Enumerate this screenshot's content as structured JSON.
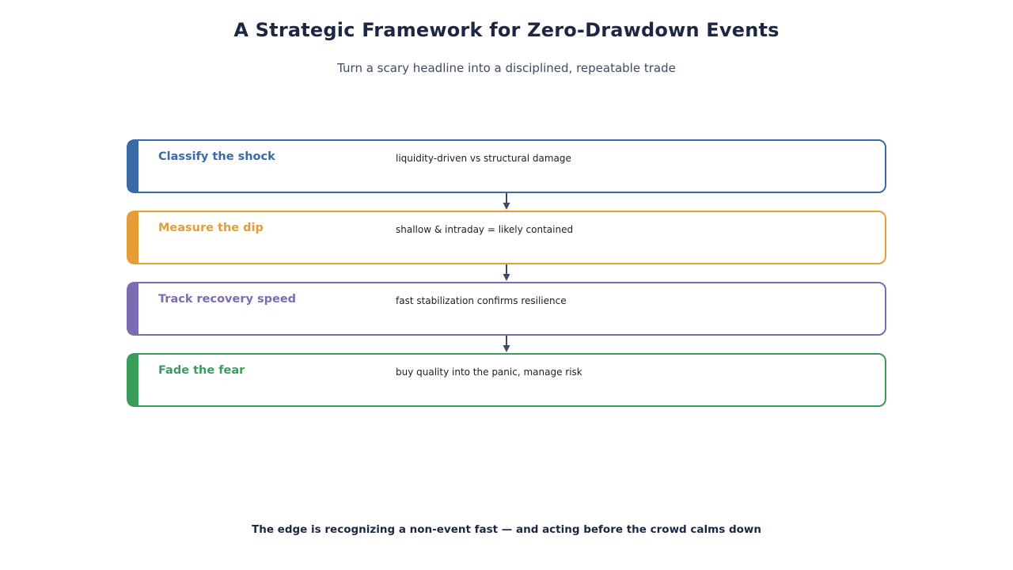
{
  "header": {
    "title": "A Strategic Framework for Zero-Drawdown Events",
    "subtitle": "Turn a scary headline into a disciplined, repeatable trade"
  },
  "steps": [
    {
      "label": "Classify the shock",
      "description": "liquidity-driven vs structural damage",
      "color": "#3a6aa5"
    },
    {
      "label": "Measure the dip",
      "description": "shallow & intraday = likely contained",
      "color": "#e69d36"
    },
    {
      "label": "Track recovery speed",
      "description": "fast stabilization confirms resilience",
      "color": "#7c6bb3"
    },
    {
      "label": "Fade the fear",
      "description": "buy quality into the panic, manage risk",
      "color": "#3a9c5a"
    }
  ],
  "footer": {
    "text": "The edge is recognizing a non-event fast — and acting before the crowd calms down"
  },
  "colors": {
    "text_dark": "#1b2745",
    "arrow": "#3e4b63"
  }
}
